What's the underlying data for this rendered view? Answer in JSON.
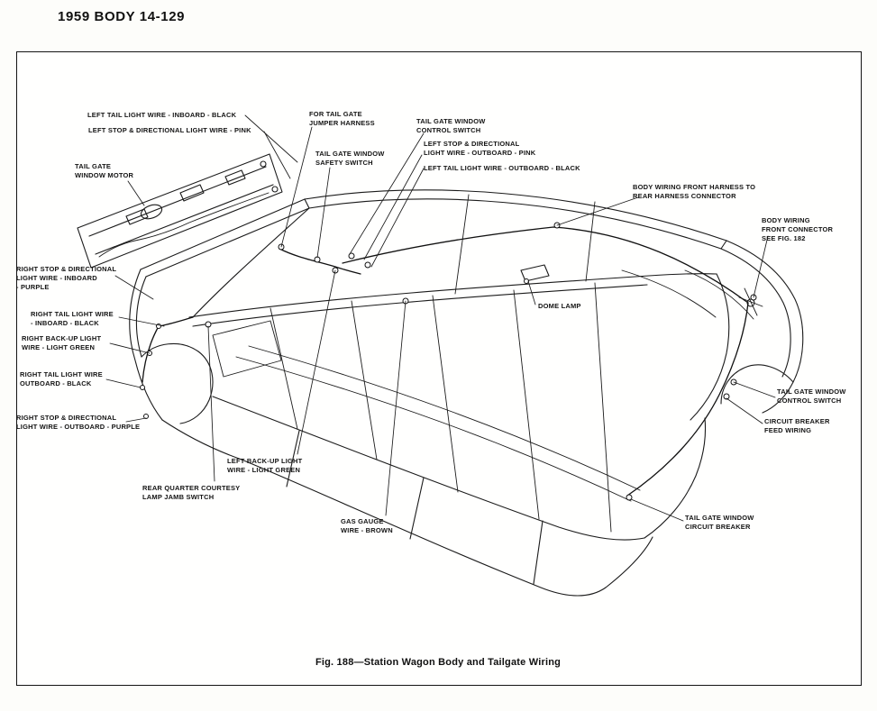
{
  "page": {
    "header": "1959 BODY 14-129",
    "caption": "Fig. 188—Station Wagon Body and Tailgate Wiring"
  },
  "labels": {
    "left_tail_light_inboard": "LEFT TAIL LIGHT WIRE - INBOARD - BLACK",
    "left_stop_directional": "LEFT STOP & DIRECTIONAL LIGHT WIRE - PINK",
    "tailgate_window_motor": "TAIL GATE\nWINDOW MOTOR",
    "for_tailgate_jumper_harness": "FOR TAIL GATE\nJUMPER HARNESS",
    "tailgate_window_safety_switch": "TAIL GATE WINDOW\nSAFETY SWITCH",
    "tailgate_window_control_switch_top": "TAIL GATE WINDOW\nCONTROL SWITCH",
    "left_stop_directional_outboard": "LEFT STOP & DIRECTIONAL\nLIGHT WIRE - OUTBOARD - PINK",
    "left_tail_light_outboard": "LEFT TAIL LIGHT WIRE - OUTBOARD - BLACK",
    "body_wiring_front_to_rear": "BODY WIRING FRONT HARNESS TO\nREAR HARNESS CONNECTOR",
    "body_wiring_front_connector": "BODY WIRING\nFRONT CONNECTOR\nSEE FIG. 182",
    "right_stop_directional_inboard": "RIGHT STOP & DIRECTIONAL\nLIGHT WIRE - INBOARD\n- PURPLE",
    "right_tail_light_inboard": "RIGHT TAIL LIGHT WIRE\n- INBOARD - BLACK",
    "right_backup_light": "RIGHT BACK-UP LIGHT\nWIRE - LIGHT GREEN",
    "right_tail_light_outboard": "RIGHT TAIL LIGHT WIRE\nOUTBOARD - BLACK",
    "right_stop_directional_outboard": "RIGHT STOP & DIRECTIONAL\nLIGHT WIRE - OUTBOARD - PURPLE",
    "rear_quarter_courtesy": "REAR QUARTER COURTESY\nLAMP JAMB SWITCH",
    "dome_lamp": "DOME LAMP",
    "left_backup_light": "LEFT BACK-UP LIGHT\nWIRE - LIGHT GREEN",
    "gas_gauge": "GAS GAUGE\nWIRE - BROWN",
    "tailgate_window_control_switch_right": "TAIL GATE WINDOW\nCONTROL SWITCH",
    "circuit_breaker_feed": "CIRCUIT BREAKER\nFEED WIRING",
    "tailgate_window_circuit_breaker": "TAIL GATE WINDOW\nCIRCUIT BREAKER"
  }
}
